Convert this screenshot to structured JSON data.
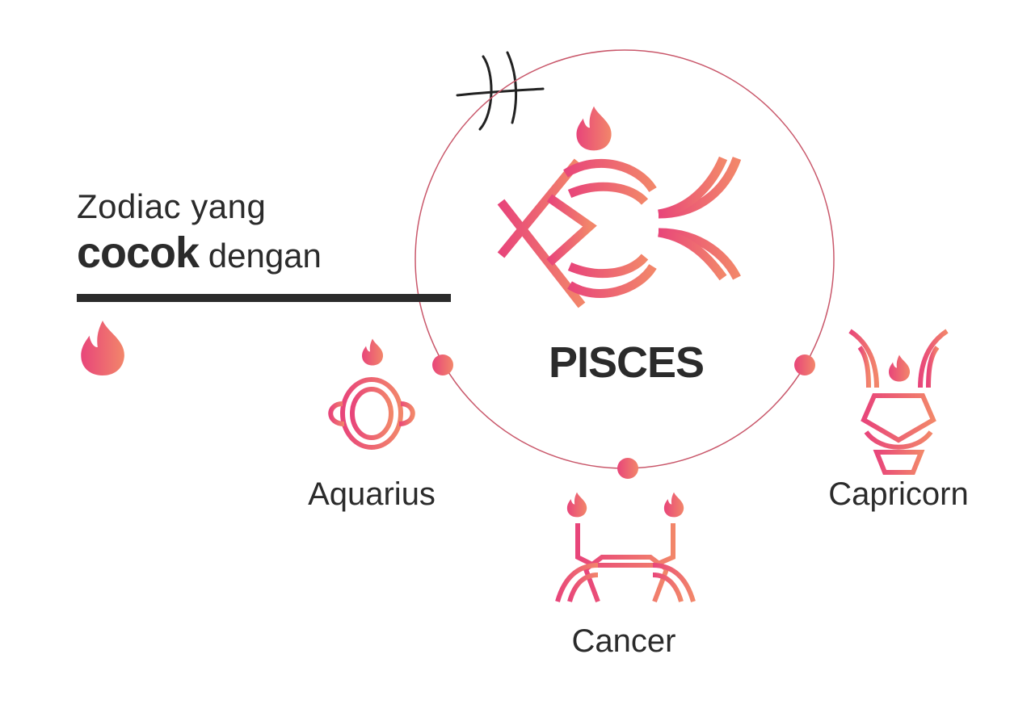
{
  "heading": {
    "line1": "Zodiac yang",
    "emphasis": "cocok",
    "line2_rest": "dengan"
  },
  "main_sign": "PISCES",
  "matches": [
    "Aquarius",
    "Cancer",
    "Capricorn"
  ],
  "colors": {
    "gradient_start": "#e8457a",
    "gradient_end": "#f2866a",
    "text": "#2b2b2b",
    "circle": "#c9586b"
  }
}
